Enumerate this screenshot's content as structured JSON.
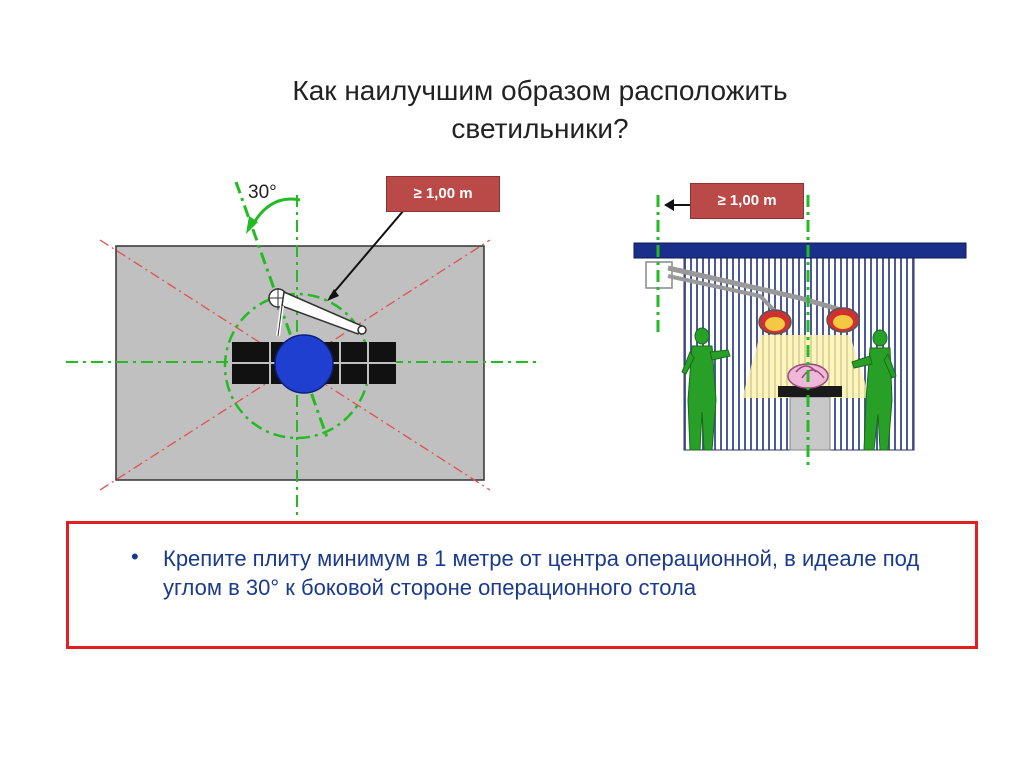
{
  "title": {
    "line1": "Как наилучшим образом расположить",
    "line2": "светильники?"
  },
  "top_view": {
    "angle_label": "30°",
    "distance_label": "≥ 1,00 m"
  },
  "side_view": {
    "distance_label": "≥ 1,00 m"
  },
  "note": {
    "bullet": "•",
    "text": "Крепите плиту минимум в 1 метре от центра операционной, в идеале под углом в 30° к боковой стороне операционного стола"
  },
  "colors": {
    "badge": "#b94a48",
    "room_floor": "#c0c0c0",
    "guide_green": "#22bb22",
    "diagonal_red": "#e05050",
    "table_black": "#111111",
    "light_blue": "#1e3fcf",
    "ceiling_navy": "#1a2f8a",
    "note_border": "#e02020",
    "note_text": "#1a3a8c"
  }
}
